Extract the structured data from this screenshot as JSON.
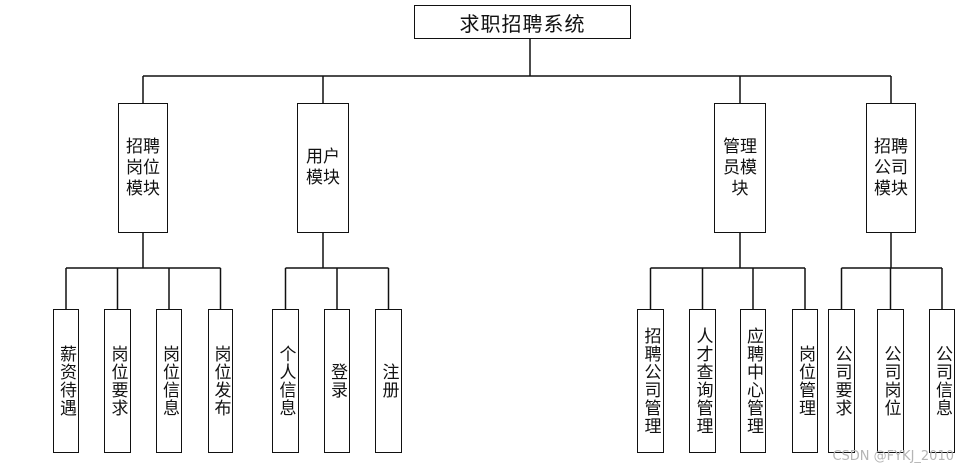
{
  "root": {
    "label": "求职招聘系统"
  },
  "modules": [
    {
      "id": "recruit-post",
      "label": "招聘\n岗位\n模块",
      "children": [
        "薪资待遇",
        "岗位要求",
        "岗位信息",
        "岗位发布"
      ]
    },
    {
      "id": "user",
      "label": "用户\n模块",
      "children": [
        "个人信息",
        "登录",
        "注册"
      ]
    },
    {
      "id": "admin",
      "label": "管理\n员模\n块",
      "children": [
        "招聘公司管理",
        "人才查询管理",
        "应聘中心管理",
        "岗位管理"
      ]
    },
    {
      "id": "recruit-company",
      "label": "招聘\n公司\n模块",
      "children": [
        "公司要求",
        "公司岗位",
        "公司信息"
      ]
    }
  ],
  "watermark": "CSDN @FYKJ_2010",
  "colors": {
    "line": "#111111",
    "box_border": "#111111",
    "watermark": "#b5b5b5"
  }
}
